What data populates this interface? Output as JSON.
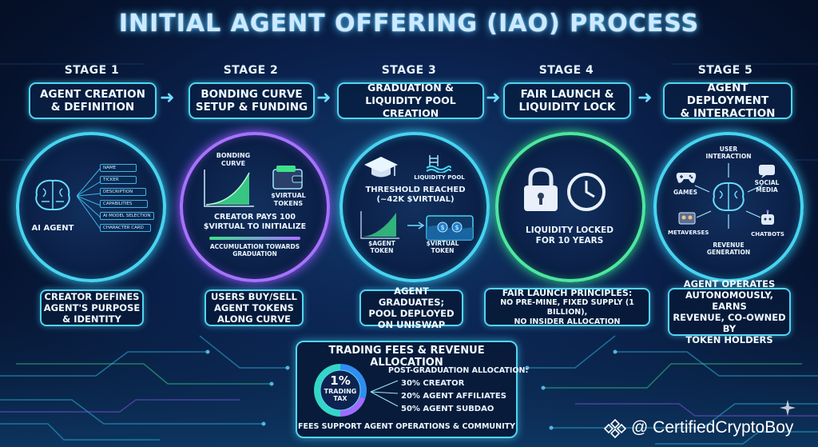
{
  "title": "INITIAL AGENT OFFERING (IAO) PROCESS",
  "stages": [
    {
      "label": "STAGE 1",
      "heading": [
        "AGENT CREATION",
        "& DEFINITION"
      ],
      "footer": [
        "CREATOR DEFINES",
        "AGENT'S PURPOSE",
        "& IDENTITY"
      ]
    },
    {
      "label": "STAGE 2",
      "heading": [
        "BONDING CURVE",
        "SETUP & FUNDING"
      ],
      "footer": [
        "USERS BUY/SELL",
        "AGENT TOKENS",
        "ALONG CURVE"
      ]
    },
    {
      "label": "STAGE 3",
      "heading": [
        "GRADUATION &",
        "LIQUIDITY POOL CREATION"
      ],
      "footer": [
        "AGENT GRADUATES;",
        "POOL DEPLOYED",
        "ON UNISWAP"
      ]
    },
    {
      "label": "STAGE 4",
      "heading": [
        "FAIR LAUNCH &",
        "LIQUIDITY LOCK"
      ],
      "footer": [
        "FAIR LAUNCH PRINCIPLES:",
        "NO PRE-MINE, FIXED SUPPLY (1 BILLION),",
        "NO INSIDER ALLOCATION"
      ]
    },
    {
      "label": "STAGE 5",
      "heading": [
        "AGENT DEPLOYMENT",
        "& INTERACTION"
      ],
      "footer": [
        "AGENT OPERATES",
        "AUTONOMOUSLY, EARNS",
        "REVENUE, CO-OWNED BY",
        "TOKEN HOLDERS"
      ]
    }
  ],
  "stage1": {
    "agent_label": "AI AGENT",
    "fields": [
      "NAME",
      "TICKER",
      "DESCRIPTION",
      "CAPABILITIES",
      "AI MODEL SELECTION",
      "CHARACTER CARD"
    ]
  },
  "stage2": {
    "curve_label": [
      "BONDING",
      "CURVE"
    ],
    "wallet_label": [
      "$VIRTUAL",
      "TOKENS"
    ],
    "pay_text": [
      "CREATOR PAYS 100",
      "$VIRTUAL TO INITIALIZE"
    ],
    "accum_text": [
      "ACCUMULATION TOWARDS",
      "GRADUATION"
    ]
  },
  "stage3": {
    "pool_label": "LIQUIDITY POOL",
    "threshold": [
      "THRESHOLD REACHED",
      "(~42K $VIRTUAL)"
    ],
    "agent_token": [
      "$AGENT",
      "TOKEN"
    ],
    "virtual_token": [
      "$VIRTUAL",
      "TOKEN"
    ]
  },
  "stage4": {
    "lock_text": [
      "LIQUIDITY LOCKED",
      "FOR 10 YEARS"
    ]
  },
  "stage5": {
    "user_interaction": [
      "USER",
      "INTERACTION"
    ],
    "games": "GAMES",
    "social_media": [
      "SOCIAL",
      "MEDIA"
    ],
    "metaverses": "METAVERSES",
    "chatbots": "CHATBOTS",
    "revenue": [
      "REVENUE",
      "GENERATION"
    ]
  },
  "fees": {
    "title": "TRADING FEES & REVENUE ALLOCATION",
    "pct": "1%",
    "tax": [
      "TRADING",
      "TAX"
    ],
    "allocation_title": "POST-GRADUATION ALLOCATION:",
    "allocations": [
      {
        "pct": 30,
        "label": "30% CREATOR",
        "color": "#2f8ef0"
      },
      {
        "pct": 20,
        "label": "20% AGENT AFFILIATES",
        "color": "#9f6cff"
      },
      {
        "pct": 50,
        "label": "50% AGENT SUBDAO",
        "color": "#33d6c8"
      }
    ],
    "footer": "FEES SUPPORT AGENT OPERATIONS & COMMUNITY"
  },
  "watermark": "@ CertifiedCryptoBoy",
  "colors": {
    "cyan": "#47d4f0",
    "purple": "#a772ff",
    "green": "#4de7a0",
    "bg": "#0b2350"
  }
}
